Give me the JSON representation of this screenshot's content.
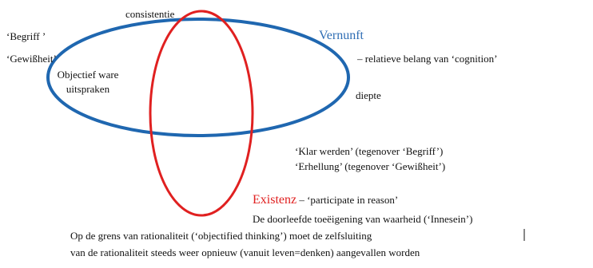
{
  "diagram": {
    "colors": {
      "blue_ellipse": "#1f67b0",
      "red_ellipse": "#e02020",
      "vernunft_text": "#2e6db4",
      "existenz_text": "#e02020",
      "text": "#111111"
    },
    "labels": {
      "consistentie": "consistentie",
      "begriff": "‘Begriff ’",
      "gewissheit": "‘Gewißheit’",
      "objectief_ware": "Objectief ware",
      "uitspraken": "uitspraken",
      "vernunft": "Vernunft",
      "relatieve_belang": "– relatieve belang van ‘cognition’",
      "diepte": "diepte",
      "klar_werden": "‘Klar werden’ (tegenover ‘Begriff’)",
      "erhellung": "‘Erhellung’ (tegenover ‘Gewißheit’)",
      "existenz": "Existenz",
      "participate": " – ‘participate in reason’",
      "doorleefde": "De doorleefde toeëigening van waarheid (‘Innesein’)",
      "grens_line1": "Op de grens van rationaliteit (‘objectified thinking’) moet de zelfsluiting",
      "grens_line2": "van de rationaliteit steeds weer opnieuw (vanuit leven=denken) aangevallen worden"
    }
  }
}
